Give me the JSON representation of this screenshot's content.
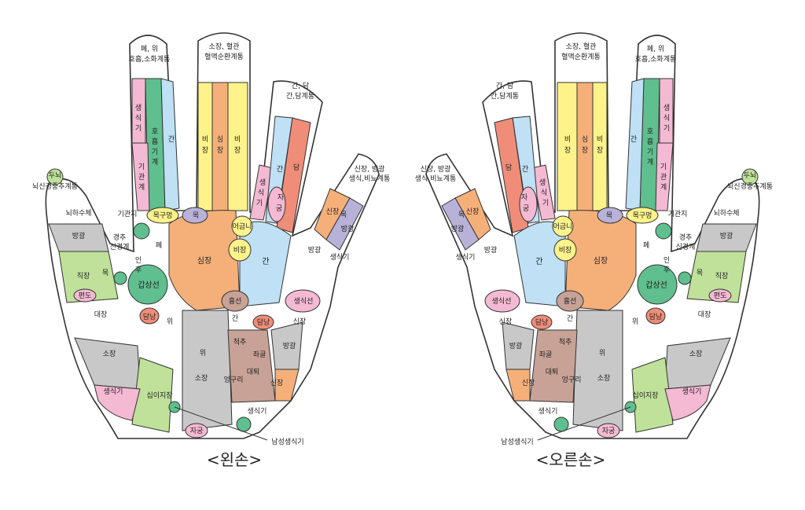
{
  "captions": {
    "left": "<왼손>",
    "right": "<오른손>"
  },
  "colors": {
    "pink": "#f4b9d3",
    "yellow": "#fdf38a",
    "orange": "#f5b07a",
    "blue": "#bfe0f5",
    "green": "#5fbf8e",
    "lightgreen": "#bfe19a",
    "gray": "#c8c8c8",
    "brown": "#c8a296",
    "salmon": "#f08d78",
    "purple": "#b9b2d8",
    "white": "#ffffff"
  },
  "left_labels": {
    "finger_index_1": "폐, 위",
    "finger_index_2": "호흡,소화계통",
    "finger_middle_1": "소장, 혈관",
    "finger_middle_2": "혈액순환계통",
    "finger_ring_1": "간, 담",
    "finger_ring_2": "간,담계통",
    "finger_little_1": "신장, 방광",
    "finger_little_2": "생식,비뇨계통",
    "thumb_1": "두뇌",
    "thumb_2": "뇌신경중추계통",
    "f1_a": "생",
    "f1_b": "식",
    "f1_c": "기",
    "f2_a": "호",
    "f2_b": "흡",
    "f2_c": "기",
    "f2_d": "계",
    "f3": "간",
    "f4_a": "기",
    "f4_b": "관",
    "f4_c": "계",
    "m1_a": "비",
    "m1_b": "장",
    "m2_a": "심",
    "m2_b": "장",
    "m3_a": "비",
    "m3_b": "장",
    "r1_a": "생",
    "r1_b": "식",
    "r1_c": "기",
    "r2": "간",
    "r3": "담",
    "r4_a": "자",
    "r4_b": "궁",
    "l1": "신장",
    "l2": "목",
    "l3": "방광",
    "neck_throat": "목구멍",
    "neck": "목",
    "gum": "어금니",
    "spleen": "비장",
    "heart": "심장",
    "liver": "간",
    "bladder1": "방광",
    "reproductive1": "생식기",
    "brain_low": "뇌하수체",
    "bladder2": "방광",
    "trachea": "기관지",
    "cervical_1": "경추",
    "cervical_2": "신경계",
    "throat_1": "인",
    "throat_2": "후",
    "lung": "폐",
    "rectum": "직장",
    "neck2": "목",
    "tonsil": "편도",
    "thyroid": "갑상선",
    "large_intestine": "대장",
    "gallbladder": "담낭",
    "stomach": "위",
    "chest": "흉선",
    "liver2": "간",
    "gallbladder2": "담낭",
    "reproductive_gland": "생식선",
    "kidney": "신장",
    "spine": "척추",
    "sciatic": "좌골",
    "bladder3": "방광",
    "femur": "대퇴",
    "stomach2": "위",
    "small_intestine": "소장",
    "small_intestine2": "소장",
    "pelvis": "엉구리",
    "kidney2": "신장",
    "reproductive2": "생식기",
    "duodenum": "십이지장",
    "uterus": "자궁",
    "male_repro": "남성생식기",
    "reproductive3": "생식기"
  }
}
